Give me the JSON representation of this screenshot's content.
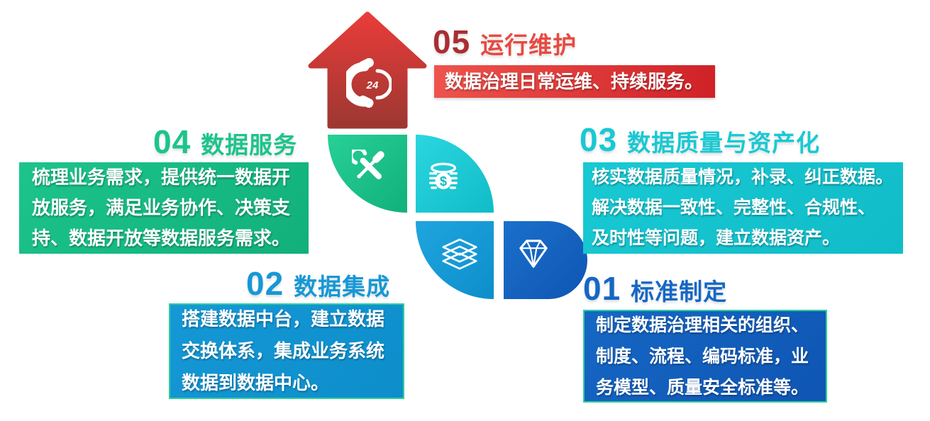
{
  "steps": [
    {
      "num": "05",
      "title": "运行维护",
      "desc": "数据治理日常运维、持续服务。"
    },
    {
      "num": "04",
      "title": "数据服务",
      "desc": "梳理业务需求，提供统一数据开\n放服务，满足业务协作、决策支\n持、数据开放等数据服务需求。"
    },
    {
      "num": "03",
      "title": "数据质量与资产化",
      "desc": "核实数据质量情况，补录、纠正数据。\n解决数据一致性、完整性、合规性、\n及时性等问题，建立数据资产。"
    },
    {
      "num": "02",
      "title": "数据集成",
      "desc": "搭建数据中台，建立数据\n交换体系，集成业务系统\n数据到数据中心。"
    },
    {
      "num": "01",
      "title": "标准制定",
      "desc": "制定数据治理相关的组织、\n制度、流程、编码标准，业\n务模型、质量安全标准等。"
    }
  ],
  "badges": {
    "phone_badge": "24",
    "coin_symbol": "$"
  },
  "colors": {
    "red": "#e74a41",
    "redDeep": "#aa2e33",
    "bannerTop": "#ee544d",
    "bannerBot": "#cf2127",
    "arrowTop": "#e93c39",
    "arrowBot": "#9d3732",
    "green": "#1cc48b",
    "greenDeep": "#12b07b",
    "cyan": "#18c9d3",
    "cyanDeep": "#10bcc8",
    "blue": "#1698d6",
    "blueDeep": "#0d8ecb",
    "navy": "#1667c5",
    "navyDeep": "#0f55b2",
    "mint": "#2dd09a"
  }
}
